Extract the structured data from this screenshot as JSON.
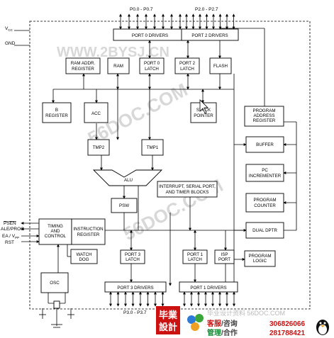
{
  "pins": {
    "vcc": "V",
    "vcc_sub": "CC",
    "gnd": "GND",
    "p0_range": "P0.0 - P0.7",
    "p2_range": "P2.0 - P2.7",
    "p3_range": "P3.0 - P3.7",
    "psen": "PSEN",
    "ale_prog": "ALE/PROG",
    "ea_vpp": "EA / V",
    "ea_vpp_sub": "PP",
    "rst": "RST"
  },
  "blocks": {
    "port0_drivers": "PORT 0 DRIVERS",
    "port2_drivers": "PORT 2 DRIVERS",
    "ram_addr_1": "RAM ADDR.",
    "ram_addr_2": "REGISTER",
    "ram": "RAM",
    "port0_latch_1": "PORT 0",
    "port0_latch_2": "LATCH",
    "port2_latch_1": "PORT 2",
    "port2_latch_2": "LATCH",
    "flash": "FLASH",
    "b_reg_1": "B",
    "b_reg_2": "REGISTER",
    "acc": "ACC",
    "stack_1": "STACK",
    "stack_2": "POINTER",
    "prog_addr_1": "PROGRAM",
    "prog_addr_2": "ADDRESS",
    "prog_addr_3": "REGISTER",
    "buffer": "BUFFER",
    "pc_inc_1": "PC",
    "pc_inc_2": "INCREMENTER",
    "tmp2": "TMP2",
    "tmp1": "TMP1",
    "alu": "ALU",
    "interrupt_1": "INTERRUPT, SERIAL PORT,",
    "interrupt_2": "AND  TIMER BLOCKS",
    "prog_counter_1": "PROGRAM",
    "prog_counter_2": "COUNTER",
    "psw": "PSW",
    "dual_dptr": "DUAL DPTR",
    "timing_1": "TIMING",
    "timing_2": "AND",
    "timing_3": "CONTROL",
    "instr_1": "INSTRUCTION",
    "instr_2": "REGISTER",
    "watchdog_1": "WATCH",
    "watchdog_2": "DOG",
    "port3_latch_1": "PORT 3",
    "port3_latch_2": "LATCH",
    "port1_latch_1": "PORT 1",
    "port1_latch_2": "LATCH",
    "isp_1": "ISP",
    "isp_2": "PORT",
    "prog_logic_1": "PROGRAM",
    "prog_logic_2": "LOGIC",
    "osc": "OSC",
    "port3_drivers": "PORT 3 DRIVERS",
    "port1_drivers": "PORT 1 DRIVERS"
  },
  "watermarks": {
    "url_top": "WWW.2BYSJ.CN",
    "url_mid": "56DOC.COM",
    "url_low": "56DOC.COM"
  },
  "footer": {
    "logo_1": "毕業",
    "logo_2": "設計",
    "site": "毕业设计资料 56DOC.COM",
    "kefu_a": "客服",
    "kefu_b": "/咨询",
    "manage_a": "管理",
    "manage_b": "/合作",
    "qq1": "306826066",
    "qq2": "281788421"
  },
  "colors": {
    "line": "#000000",
    "watermark": "#d8d8d8",
    "footer_red": "#cc1111",
    "footer_green": "#118833",
    "footer_gray": "#bbbbbb"
  }
}
